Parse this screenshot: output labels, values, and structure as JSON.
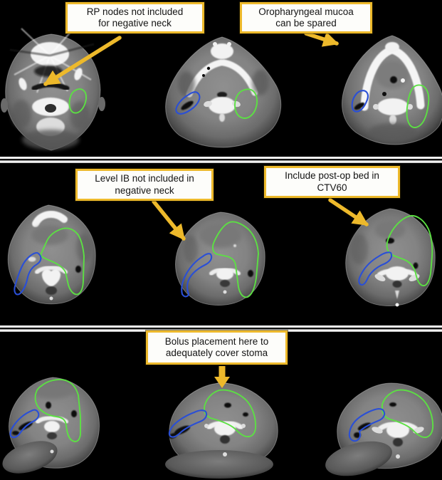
{
  "colors": {
    "bg": "#000000",
    "gold": "#EDB92B",
    "contour-green": "#5CE043",
    "contour-blue": "#2A4FD6",
    "box-bg": "#FDFDFA",
    "box-text": "#141414",
    "separator": "#F2F2F2"
  },
  "callouts": [
    {
      "id": "rp-nodes",
      "line1": "RP nodes not included",
      "line2": "for negative neck"
    },
    {
      "id": "oroph",
      "line1": "Oropharyngeal mucoa",
      "line2": "can be spared"
    },
    {
      "id": "level-ib",
      "line1": "Level IB not included in",
      "line2": "negative neck"
    },
    {
      "id": "postop",
      "line1": "Include post-op bed in",
      "line2": "CTV60"
    },
    {
      "id": "bolus",
      "line1": "Bolus placement here to",
      "line2": "adequately cover stoma"
    }
  ]
}
